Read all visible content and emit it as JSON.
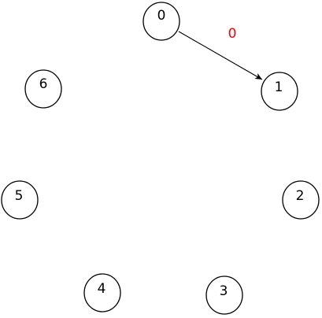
{
  "colors": {
    "node_stroke": "#000000",
    "node_fill": "#ffffff",
    "edge": "#000000",
    "edge_label": "#ff0000"
  },
  "nodes": [
    {
      "id": "0",
      "label": "0"
    },
    {
      "id": "1",
      "label": "1"
    },
    {
      "id": "2",
      "label": "2"
    },
    {
      "id": "3",
      "label": "3"
    },
    {
      "id": "4",
      "label": "4"
    },
    {
      "id": "5",
      "label": "5"
    },
    {
      "id": "6",
      "label": "6"
    }
  ],
  "edges": [
    {
      "from": "0",
      "to": "1",
      "label": "0",
      "directed": true
    }
  ]
}
